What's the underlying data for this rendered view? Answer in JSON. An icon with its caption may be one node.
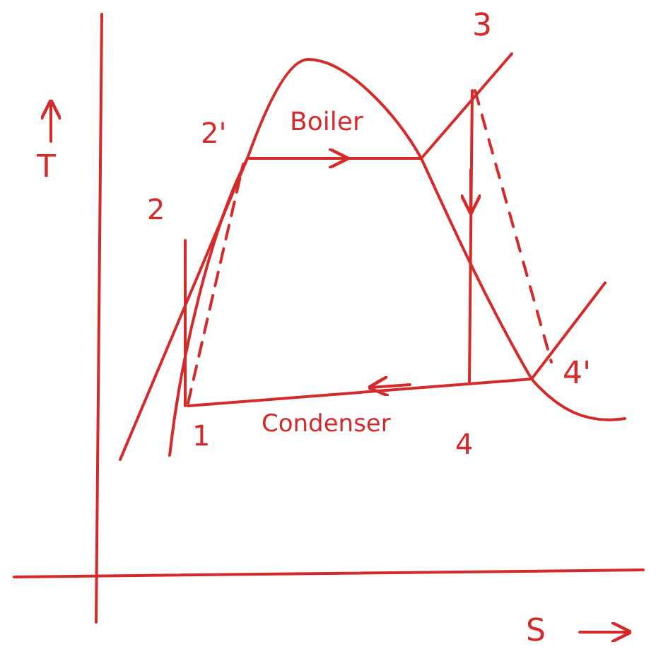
{
  "diagram": {
    "labels": [
      "3",
      "2'",
      "Boiler",
      "T",
      "2",
      "4'",
      "Condenser",
      "1",
      "4",
      "S"
    ]
  }
}
